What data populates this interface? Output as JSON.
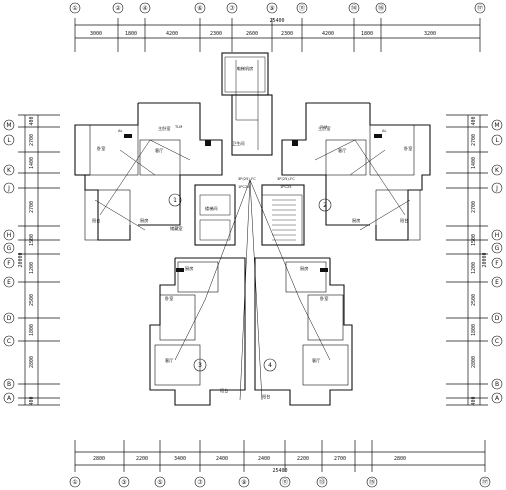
{
  "dimensions": {
    "top": {
      "total": "25400",
      "segments": [
        "3000",
        "1800",
        "4200",
        "2300",
        "2600",
        "2300",
        "4200",
        "1800",
        "3200"
      ]
    },
    "bottom": {
      "total": "25400",
      "segments": [
        "2800",
        "2200",
        "3400",
        "2400",
        "2400",
        "2200",
        "2700",
        "2800"
      ]
    },
    "left": [
      "400",
      "2700",
      "1400",
      "2700",
      "1500",
      "1200",
      "2500",
      "1800",
      "2800",
      "400"
    ],
    "left_total": "20000",
    "right": [
      "400",
      "2700",
      "1400",
      "2700",
      "1500",
      "1200",
      "2500",
      "1800",
      "2800",
      "400"
    ],
    "right_total": "20000"
  },
  "axes": {
    "top": [
      "①",
      "②",
      "④",
      "⑥",
      "⑦",
      "⑨",
      "⑪",
      "⑭",
      "⑯",
      "⑰"
    ],
    "bottom": [
      "①",
      "③",
      "⑤",
      "⑦",
      "⑨",
      "⑪",
      "⑬",
      "⑮",
      "⑰"
    ],
    "left": [
      "M",
      "L",
      "K",
      "J",
      "H",
      "G",
      "F",
      "E",
      "D",
      "C",
      "B",
      "A"
    ],
    "right": [
      "M",
      "L",
      "K",
      "J",
      "H",
      "G",
      "F",
      "E",
      "D",
      "C",
      "B",
      "A"
    ]
  },
  "rooms": {
    "machine_room": "电梯机房",
    "bedroom": "卧室",
    "master_bedroom": "主卧室",
    "living": "客厅",
    "kitchen": "厨房",
    "toilet": "卫生间",
    "balcony": "阳台",
    "stair": "楼梯间",
    "storage": "储藏室"
  },
  "labels": {
    "circuit_a": "3P(25)-FC",
    "circuit_b": "3P(25)-FC",
    "conduit_a": "1PC25",
    "conduit_b": "1PC25",
    "box_a": "AL",
    "box_b": "AL",
    "pole_a": "TLM",
    "pole_b": "TLM",
    "n1": "1",
    "n2": "2",
    "n3": "3",
    "n4": "4"
  }
}
